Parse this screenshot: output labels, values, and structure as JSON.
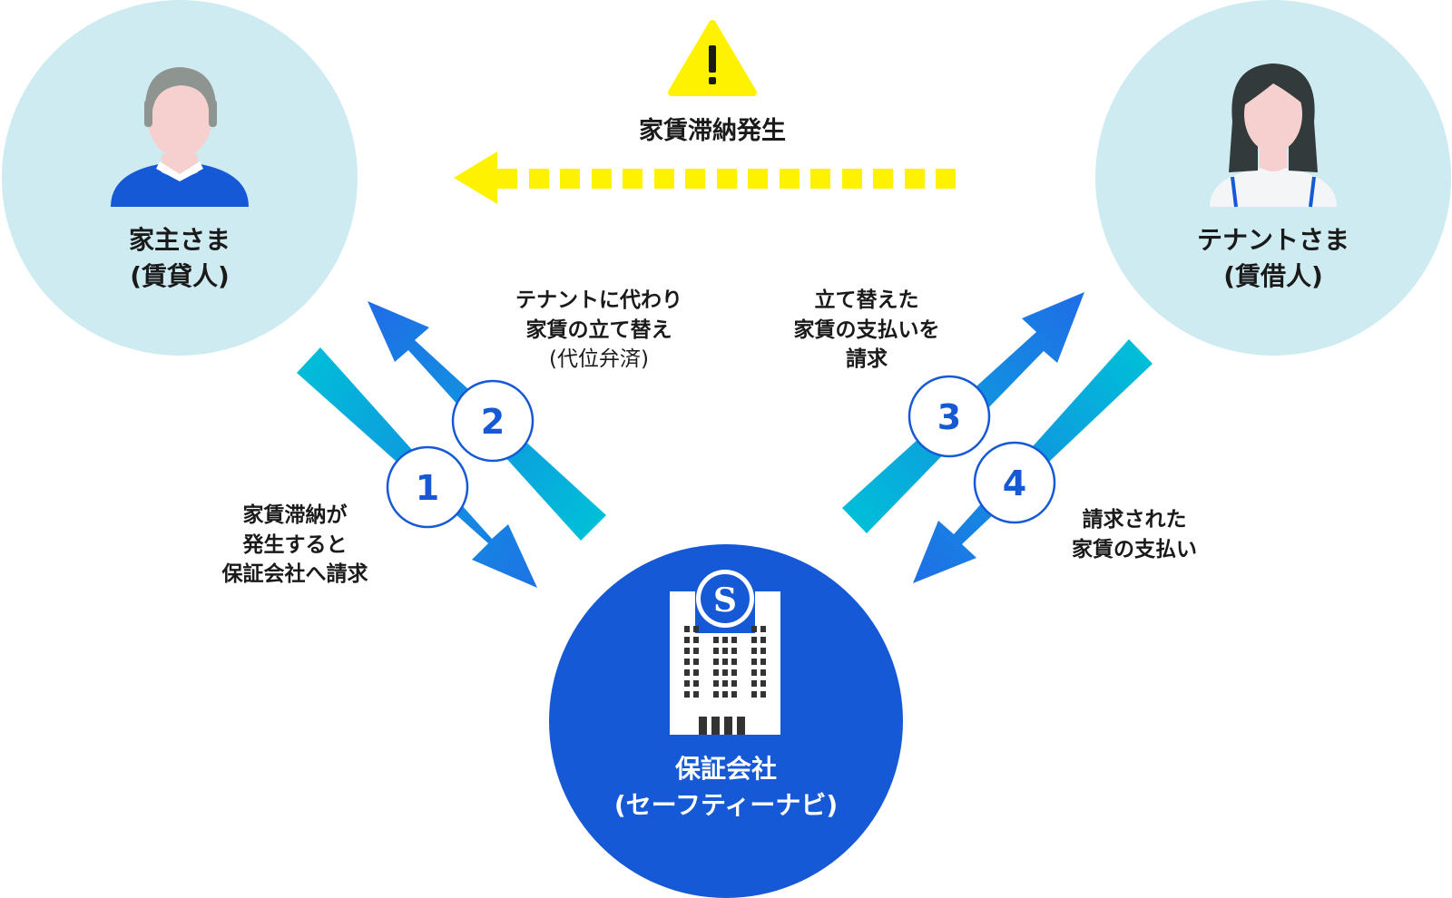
{
  "colors": {
    "light_circle": "#cdebf1",
    "company_circle": "#1659d6",
    "arrow_blue": "#1f6ee6",
    "arrow_cyan": "#00bfd8",
    "warning_yellow": "#fff200",
    "number_text": "#1659d6"
  },
  "landlord": {
    "name": "家主さま",
    "role": "(賃貸人)",
    "icon": "landlord-person-icon"
  },
  "tenant": {
    "name": "テナントさま",
    "role": "(賃借人)",
    "icon": "tenant-person-icon"
  },
  "company": {
    "name": "保証会社",
    "role": "(セーフティーナビ)",
    "icon": "company-building-icon"
  },
  "alert": {
    "label": "家賃滞納発生",
    "icon": "warning-icon"
  },
  "steps": [
    {
      "number": "1",
      "lines": [
        "家賃滞納が",
        "発生すると",
        "保証会社へ請求"
      ]
    },
    {
      "number": "2",
      "lines": [
        "テナントに代わり",
        "家賃の立て替え"
      ],
      "note": "(代位弁済)"
    },
    {
      "number": "3",
      "lines": [
        "立て替えた",
        "家賃の支払いを",
        "請求"
      ]
    },
    {
      "number": "4",
      "lines": [
        "請求された",
        "家賃の支払い"
      ]
    }
  ]
}
